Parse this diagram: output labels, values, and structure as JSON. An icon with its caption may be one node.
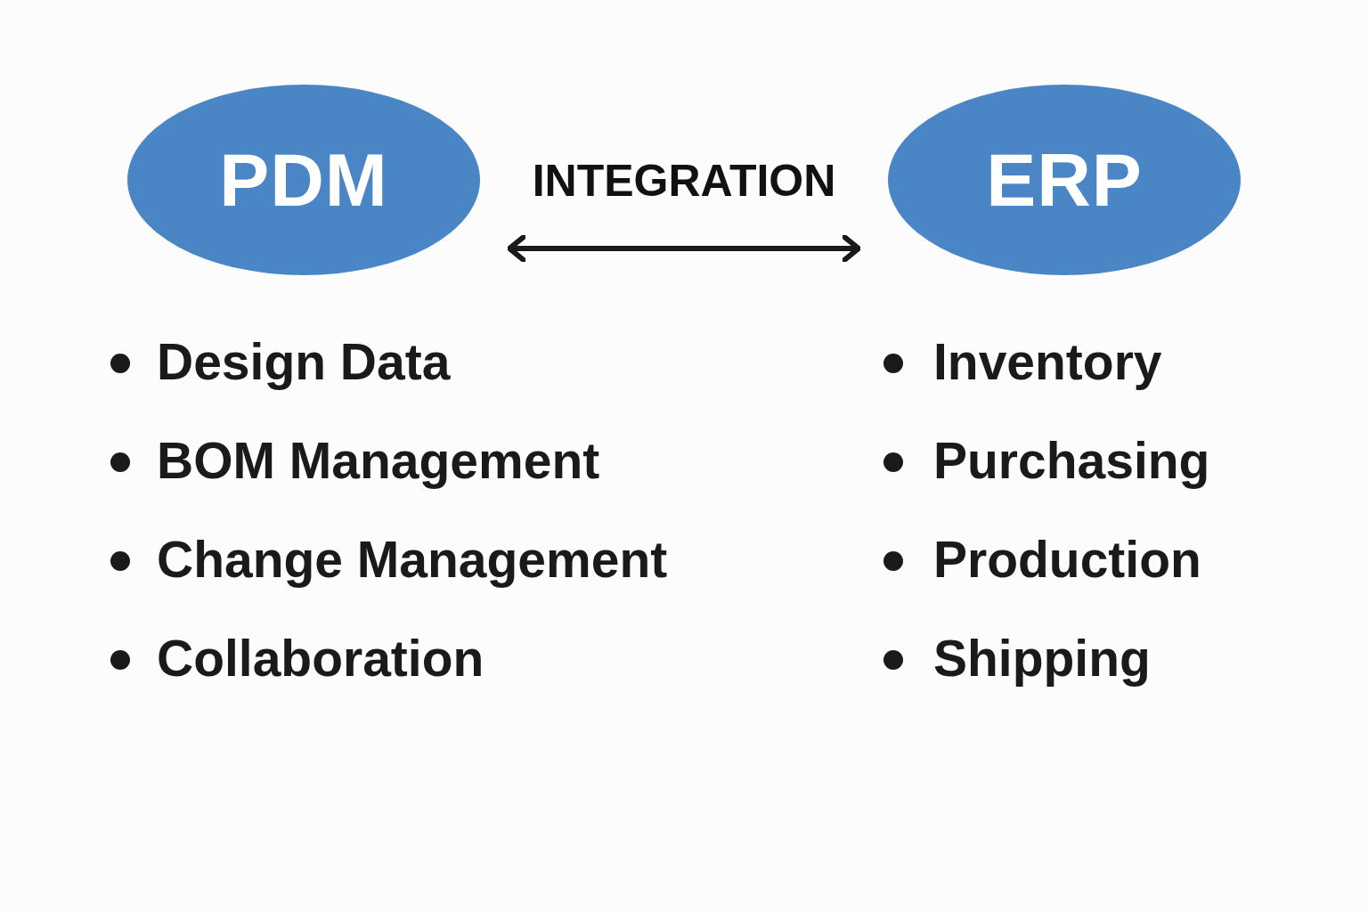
{
  "diagram": {
    "nodes": [
      {
        "text": [
          "PDM"
        ],
        "beside": [
          "Design Data",
          "BOM Management",
          "Change Management",
          "Collaboration"
        ]
      },
      {
        "text": [
          "ERP"
        ],
        "beside": [
          "Inventory",
          "Purchasing",
          "Production",
          "Shipping"
        ]
      }
    ],
    "edges": [
      {
        "from": 0,
        "to": 1,
        "arrow": "both",
        "label": "INTEGRATION"
      }
    ]
  }
}
